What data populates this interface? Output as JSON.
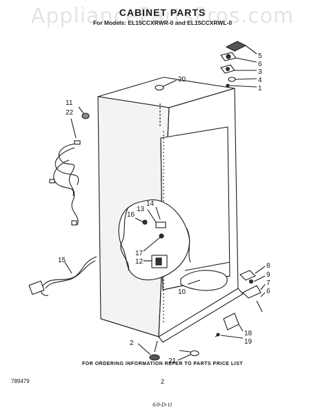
{
  "watermark": "AppliancePartsPros.com",
  "title": "CABINET PARTS",
  "subtitle": "For Models: EL15CCXRWR-0 and EL15CCXRWL-0",
  "callouts": {
    "c1": "1",
    "c2": "2",
    "c3": "3",
    "c4": "4",
    "c5": "5",
    "c6a": "6",
    "c6b": "6",
    "c7": "7",
    "c8": "8",
    "c9": "9",
    "c10": "10",
    "c11": "11",
    "c12": "12",
    "c13": "13",
    "c14": "14",
    "c15": "15",
    "c16": "16",
    "c17": "17",
    "c18": "18",
    "c19": "19",
    "c20": "20",
    "c21": "21",
    "c22": "22"
  },
  "footer": {
    "ordering_note": "FOR ORDERING INFORMATION REFER TO PARTS PRICE LIST",
    "part_number": "789479",
    "page_number": "2",
    "date_code": "6/0-D-11"
  }
}
